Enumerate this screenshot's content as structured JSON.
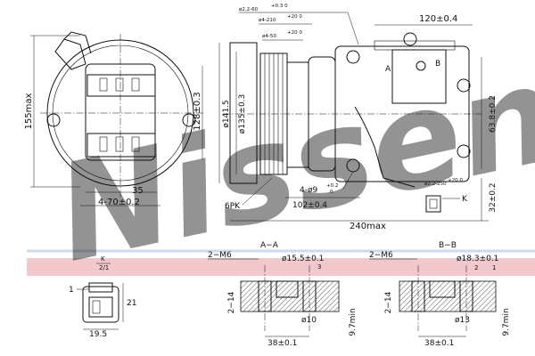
{
  "watermark": {
    "brand": "Nissens",
    "band_color": "#f2c8cc",
    "letter_color": "#b9d4ec"
  },
  "front_view": {
    "dim_height_max": "155max",
    "dim_height": "128±0.3",
    "dim_width": "35",
    "dim_holes": "4-70±0.2"
  },
  "side_view": {
    "dim_d1": "ø141.5",
    "dim_d2": "ø135±0.3",
    "label_belt": "6PK",
    "dim_holes": "4-ø9",
    "dim_holes_tol_upper": "+0.2",
    "dim_holes_tol_lower": "0",
    "dim_102": "102±0.4",
    "dim_240": "240max",
    "dim_120": "120±0.4",
    "dim_63": "63.8±0.2",
    "dim_32": "32±0.2",
    "dim_port_a": "ø2.2-60",
    "dim_port_a_tol": "+0.3 0",
    "dim_port_b": "ø4-210",
    "dim_port_b_tol": "+20 0",
    "dim_port_c": "ø4-50",
    "dim_port_c_tol": "+20 0",
    "dim_wire": "ø2.2-250",
    "dim_wire_tol": "+20 0",
    "label_k": "K",
    "label_a": "A",
    "label_b": "B"
  },
  "connector_view": {
    "label_k": "K",
    "scale": "2/1",
    "dim_1": "1",
    "dim_21": "21",
    "dim_19_5": "19.5"
  },
  "section_a": {
    "title": "A−A",
    "thread": "2−M6",
    "dim_bore": "ø15.5±0.1",
    "dim_3": "3",
    "dim_depth": "2−14",
    "dim_hole": "ø10",
    "dim_spacing": "38±0.1",
    "dim_min": "9.7min"
  },
  "section_b": {
    "title": "B−B",
    "thread": "2−M6",
    "dim_bore": "ø18.3±0.1",
    "dim_2": "2",
    "dim_1": "1",
    "dim_depth": "2−14",
    "dim_hole": "ø13",
    "dim_spacing": "38±0.1",
    "dim_min": "9.7min"
  }
}
